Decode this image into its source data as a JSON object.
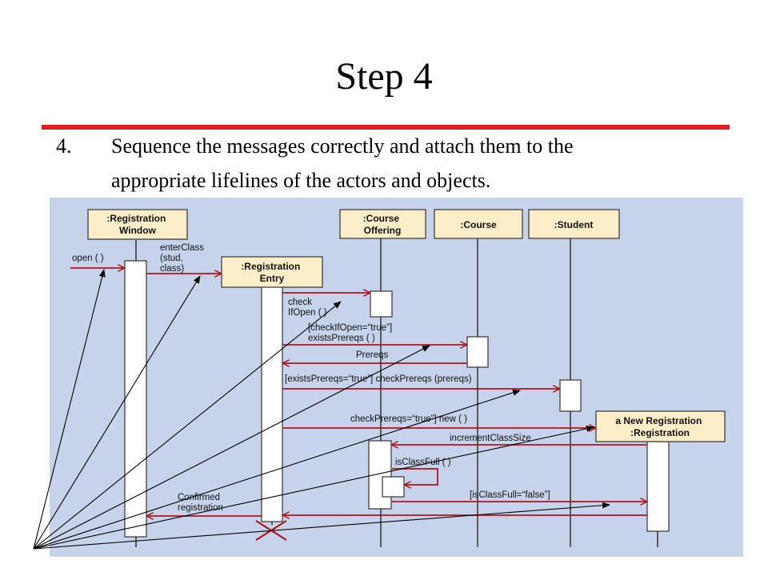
{
  "slide": {
    "title": "Step 4",
    "step_number": "4.",
    "step_line_1": "Sequence the messages correctly and attach them to the",
    "step_line_2": "appropriate lifelines of the actors and objects."
  },
  "colors": {
    "title_rule": "#e31b23",
    "diagram_background": "#c6d3ea",
    "object_box": "#fbeec8",
    "message_arrow": "#b0141e",
    "pointer": "#000000"
  },
  "diagram": {
    "objects": {
      "registration_window": [
        ":Registration",
        "Window"
      ],
      "registration_entry": [
        ":Registration",
        "Entry"
      ],
      "course_offering": [
        ":Course",
        "Offering"
      ],
      "course": [
        ":Course"
      ],
      "student": [
        ":Student"
      ],
      "new_registration": [
        "a New Registration",
        ":Registration"
      ]
    },
    "messages": {
      "open": "open ( )",
      "enter_class": [
        "enterClass",
        "(stud,",
        "class)"
      ],
      "check_if_open": [
        "check",
        "IfOpen ( )"
      ],
      "exists_prereqs": [
        "[checkIfOpen=“true”]",
        "existsPrereqs ( )"
      ],
      "prereqs": "Prereqs",
      "check_prereqs": "[existsPrereqs=“true”] checkPrereqs (prereqs)",
      "new": "checkPrereqs=“true”] new ( )",
      "increment_class_size": "incrementClassSize",
      "is_class_full": "isClassFull ( )",
      "is_class_full_false": "[isClassFull=“false”]",
      "confirmed_registration": [
        "Confirmed",
        "registration"
      ]
    }
  }
}
